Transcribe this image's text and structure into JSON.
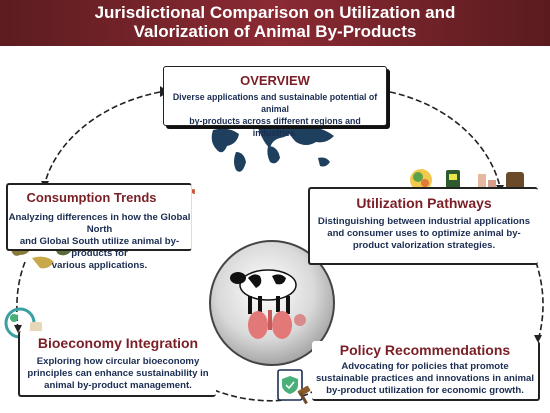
{
  "header": {
    "title_line1": "Jurisdictional Comparison on Utilization and",
    "title_line2": "Valorization of Animal By-Products",
    "background": "#7a2128"
  },
  "sections": {
    "overview": {
      "title": "OVERVIEW",
      "line1": "Diverse applications and sustainable potential of animal",
      "line2": "by-products across different regions and industries."
    },
    "consumption": {
      "title": "Consumption Trends",
      "line1": "Analyzing differences in how the Global North",
      "line2": "and Global South utilize animal by-products for",
      "line3": "various applications."
    },
    "utilization": {
      "title": "Utilization Pathways",
      "line1": "Distinguishing between industrial applications",
      "line2": "and consumer uses to optimize animal by-",
      "line3": "product valorization strategies."
    },
    "bioeconomy": {
      "title": "Bioeconomy Integration",
      "line1": "Exploring how circular bioeconomy",
      "line2": "principles can enhance sustainability in",
      "line3": "animal by-product management."
    },
    "policy": {
      "title": "Policy Recommendations",
      "line1": "Advocating for policies that promote",
      "line2": "sustainable practices and innovations in animal",
      "line3": "by-product utilization for economic growth."
    }
  },
  "colors": {
    "title": "#7a1f26",
    "text": "#1b2d52",
    "map": "#1f3f5e",
    "arrow": "#222222"
  },
  "icons": [
    "world-map-icon",
    "trend-chart-icon",
    "food-bowl-icon",
    "fuel-pump-icon",
    "cosmetics-icon",
    "fertilizer-bag-icon",
    "cow-icon",
    "circular-bioeconomy-icon",
    "policy-document-icon",
    "gavel-icon"
  ]
}
